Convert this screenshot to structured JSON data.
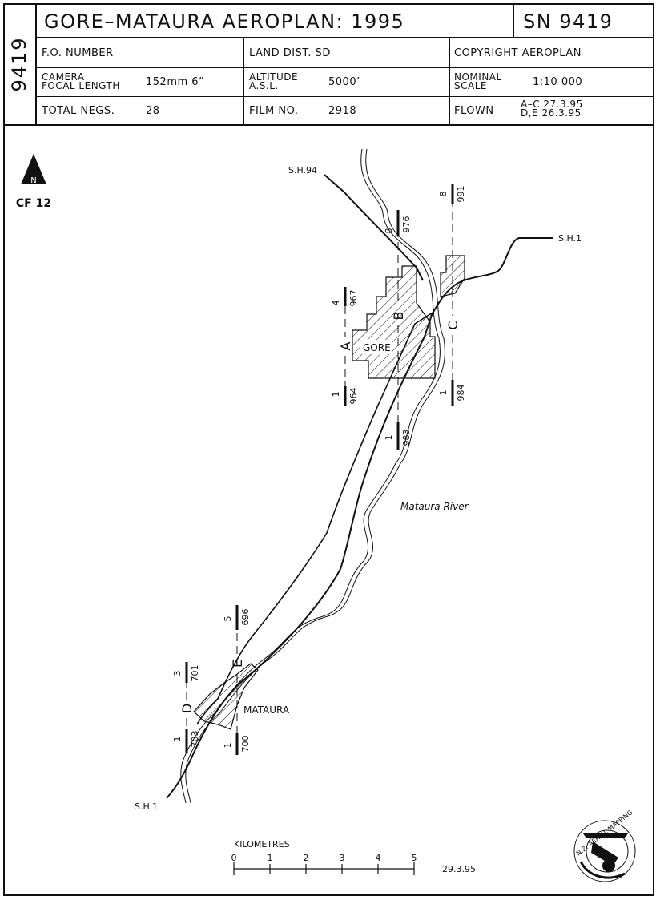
{
  "header": {
    "sheet_number": "9419",
    "title": "GORE–MATAURA AEROPLAN: 1995",
    "sn": "SN 9419",
    "fo_number_label": "F.O. NUMBER",
    "land_dist_label": "LAND DIST. SD",
    "copyright_label": "COPYRIGHT AEROPLAN",
    "camera_label": "CAMERA\nFOCAL LENGTH",
    "camera_value": "152mm 6”",
    "altitude_label": "ALTITUDE\nA.S.L.",
    "altitude_value": "5000’",
    "scale_label": "NOMINAL\nSCALE",
    "scale_value": "1:10 000",
    "total_negs_label": "TOTAL NEGS.",
    "total_negs_value": "28",
    "film_label": "FILM NO.",
    "film_value": "2918",
    "flown_label": "FLOWN",
    "flown_value": "A–C 27.3.95\nD,E 26.3.95"
  },
  "map": {
    "north_label": "N",
    "cf_label": "CF 12",
    "roads": [
      "S.H.94",
      "S.H.1",
      "S.H.1"
    ],
    "towns": [
      "GORE",
      "MATAURA"
    ],
    "river": "Mataura River",
    "runs": [
      {
        "letter": "A",
        "start_count": "1",
        "start_frame": "964",
        "end_count": "4",
        "end_frame": "967"
      },
      {
        "letter": "B",
        "start_count": "1",
        "start_frame": "983",
        "end_count": "8",
        "end_frame": "976"
      },
      {
        "letter": "C",
        "start_count": "1",
        "start_frame": "984",
        "end_count": "8",
        "end_frame": "991"
      },
      {
        "letter": "D",
        "start_count": "1",
        "start_frame": "703",
        "end_count": "3",
        "end_frame": "701"
      },
      {
        "letter": "E",
        "start_count": "1",
        "start_frame": "700",
        "end_count": "5",
        "end_frame": "696"
      }
    ],
    "scale_bar": {
      "label": "KILOMETRES",
      "ticks": [
        "0",
        "1",
        "2",
        "3",
        "4",
        "5"
      ]
    },
    "date": "29.3.95",
    "logo_text": "N.Z. AERIAL MAPPING"
  }
}
